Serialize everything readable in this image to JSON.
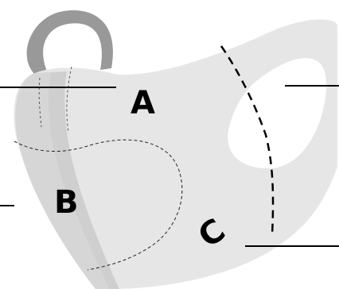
{
  "diagram": {
    "zones": [
      {
        "label": "A"
      },
      {
        "label": "B"
      },
      {
        "label": "C"
      }
    ]
  },
  "colors": {
    "mask_main": "#e6e6e6",
    "mask_side": "#d6d6d6",
    "mask_inner_band": "#c9c9c9",
    "ear_loop": "#999999",
    "leader_line": "#000000",
    "dashed_outline": "#000000"
  }
}
